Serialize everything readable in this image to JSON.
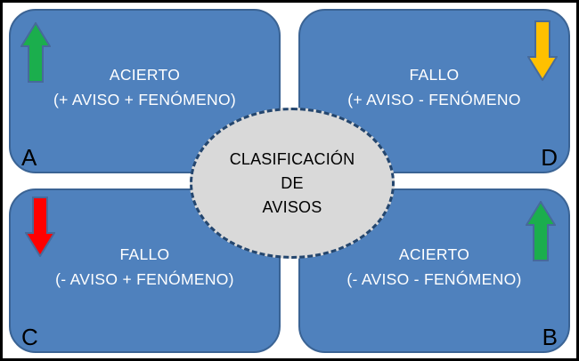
{
  "diagram": {
    "center": {
      "lines": [
        "CLASIFICACIÓN",
        "DE",
        "AVISOS"
      ]
    },
    "quadrants": [
      {
        "letter": "A",
        "position": "top-left",
        "title": "ACIERTO",
        "subtitle": "(+ AVISO + FENÓMENO)",
        "arrow_direction": "up",
        "arrow_color": "#1BAE4D"
      },
      {
        "letter": "D",
        "position": "top-right",
        "title": "FALLO",
        "subtitle": "(+ AVISO - FENÓMENO",
        "arrow_direction": "down",
        "arrow_color": "#FFC000"
      },
      {
        "letter": "C",
        "position": "bottom-left",
        "title": "FALLO",
        "subtitle": "(- AVISO + FENÓMENO)",
        "arrow_direction": "down",
        "arrow_color": "#FF0000"
      },
      {
        "letter": "B",
        "position": "bottom-right",
        "title": "ACIERTO",
        "subtitle": "(- AVISO - FENÓMENO)",
        "arrow_direction": "up",
        "arrow_color": "#1BAE4D"
      }
    ]
  },
  "colors": {
    "background": "#FFFFFF",
    "frame_border": "#000000",
    "panel_fill": "#4F81BD",
    "panel_border": "#3A6394",
    "ellipse_fill": "#D9D9D9",
    "ellipse_border": "#24466E",
    "arrow_outline": "#476A9B",
    "text_light": "#FFFFFF",
    "text_dark": "#000000"
  }
}
